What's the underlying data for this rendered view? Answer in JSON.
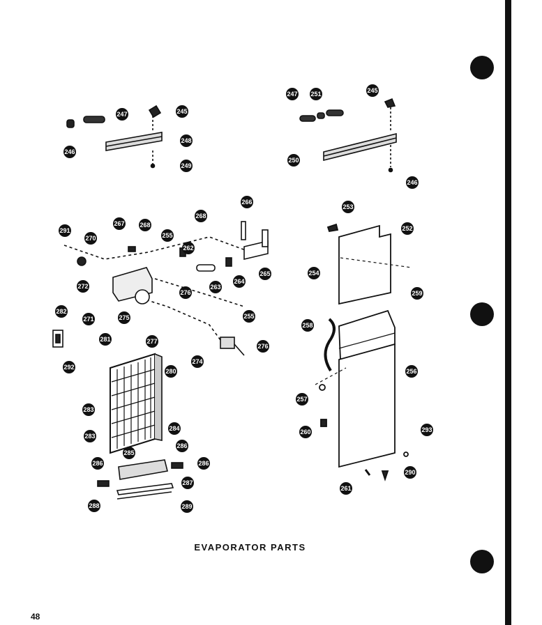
{
  "caption": "EVAPORATOR PARTS",
  "page_number": "48",
  "callouts": [
    "247",
    "245",
    "246",
    "248",
    "249",
    "247",
    "251",
    "245",
    "250",
    "246",
    "268",
    "266",
    "253",
    "252",
    "254",
    "259",
    "291",
    "270",
    "267",
    "268",
    "255",
    "262",
    "263",
    "264",
    "265",
    "272",
    "271",
    "275",
    "276",
    "255",
    "276",
    "282",
    "281",
    "277",
    "280",
    "274",
    "258",
    "256",
    "257",
    "260",
    "293",
    "292",
    "283",
    "283",
    "284",
    "285",
    "286",
    "286",
    "286",
    "287",
    "288",
    "289",
    "261",
    "290"
  ]
}
